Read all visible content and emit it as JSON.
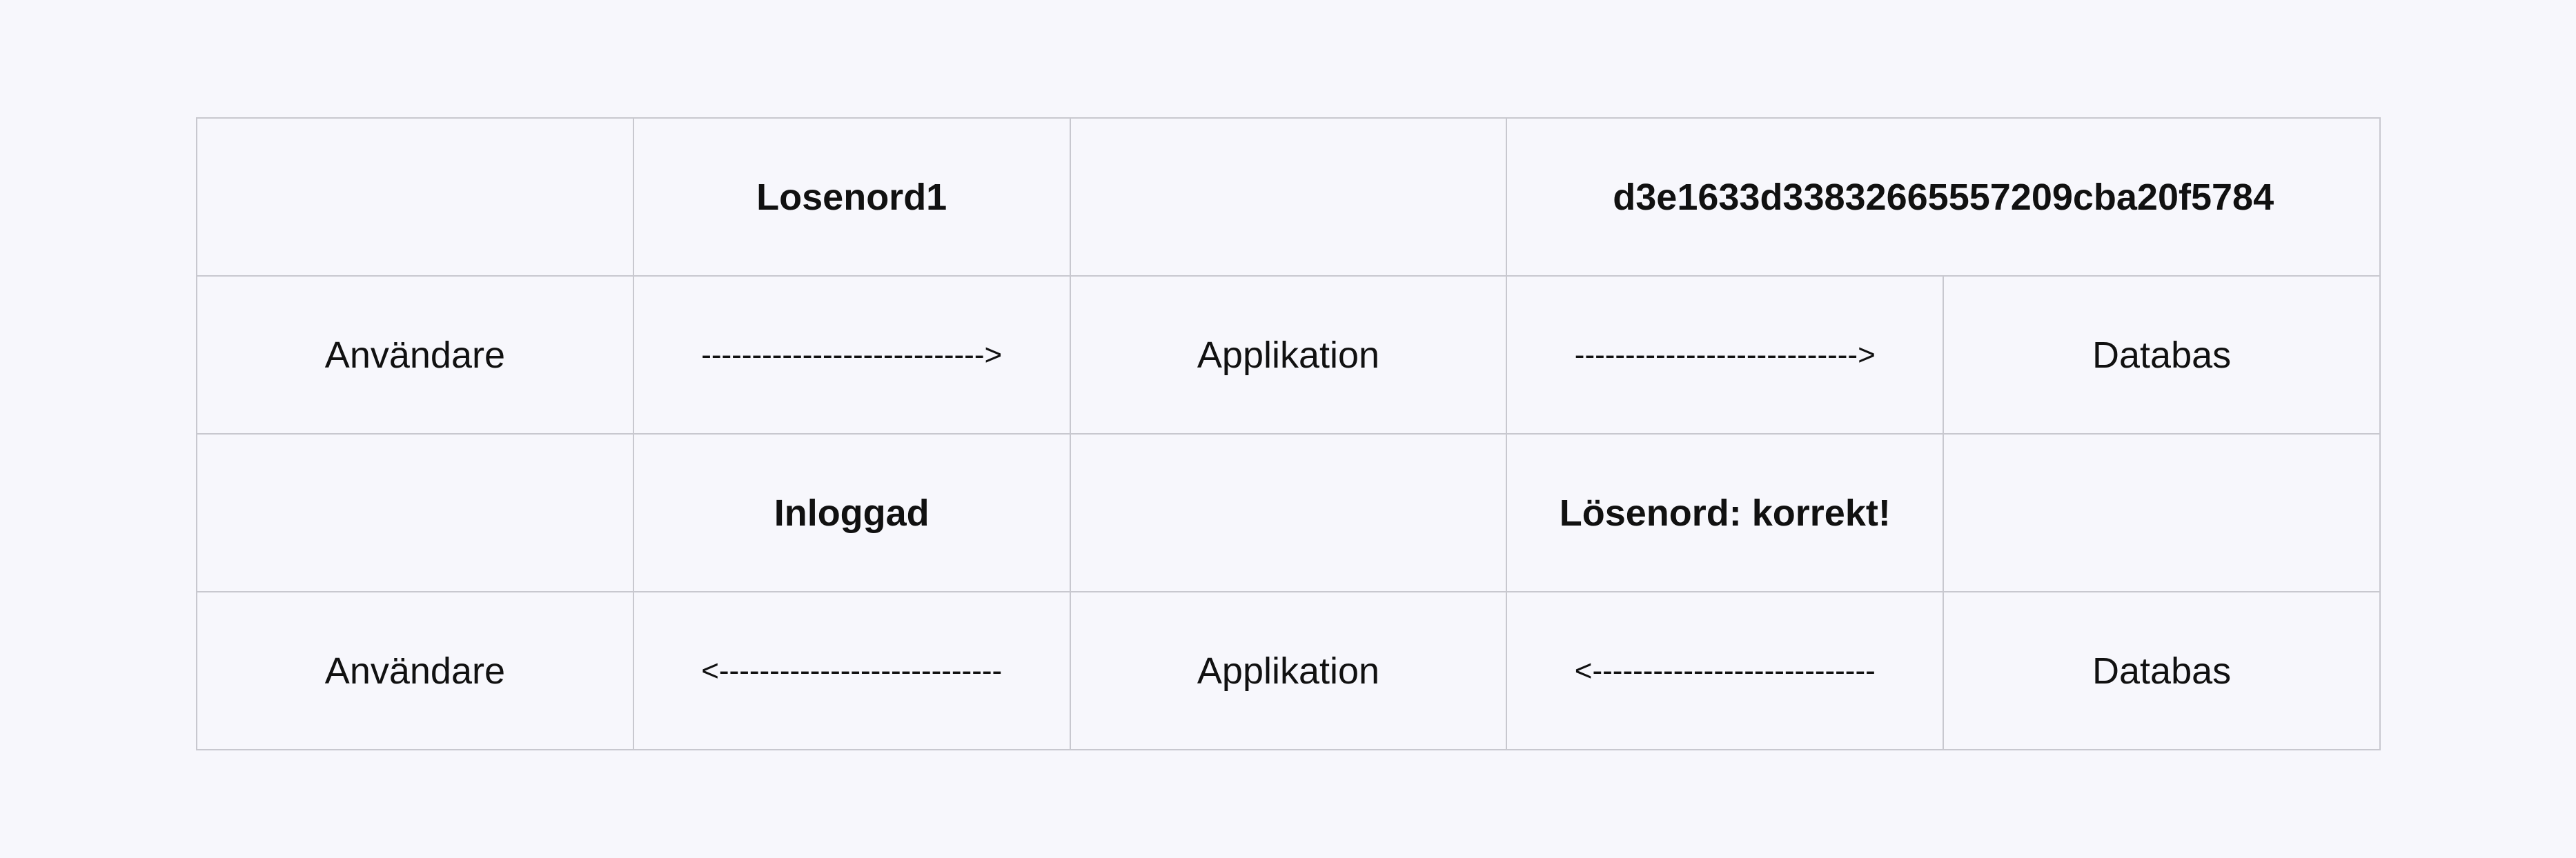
{
  "rows": [
    {
      "password": "Losenord1",
      "hash": "d3e1633d33832665557209cba20f5784"
    },
    {
      "user": "Användare",
      "arrow_a": "---------------------------->",
      "app": "Applikation",
      "arrow_b": "---------------------------->",
      "db": "Databas"
    },
    {
      "logged_in": "Inloggad",
      "password_ok": "Lösenord: korrekt!"
    },
    {
      "user": "Användare",
      "arrow_a": "<----------------------------",
      "app": "Applikation",
      "arrow_b": "<----------------------------",
      "db": "Databas"
    }
  ]
}
